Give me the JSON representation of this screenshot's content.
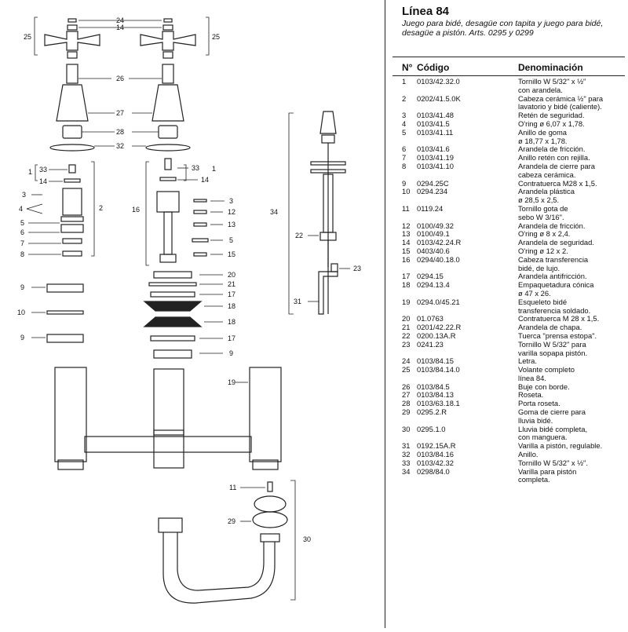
{
  "header": {
    "title": "Línea 84",
    "subtitle": "Juego para bidé, desagüe con tapita y juego para bidé, desagüe a pistón. Arts. 0295 y 0299",
    "col_num": "N°",
    "col_code": "Código",
    "col_name": "Denominación"
  },
  "parts": [
    {
      "n": "1",
      "code": "0103/42.32.0",
      "name": "Tornillo W 5/32\" x ½\"\ncon arandela."
    },
    {
      "n": "2",
      "code": "0202/41.5.0K",
      "name": "Cabeza cerámica ½\" para\nlavatorio y bidé (caliente)."
    },
    {
      "n": "3",
      "code": "0103/41.48",
      "name": "Retén de seguridad."
    },
    {
      "n": "4",
      "code": "0103/41.5",
      "name": "O'ring ø 6,07 x 1,78."
    },
    {
      "n": "5",
      "code": "0103/41.11",
      "name": "Anillo de goma\nø 18,77 x 1,78."
    },
    {
      "n": "6",
      "code": "0103/41.6",
      "name": "Arandela de fricción."
    },
    {
      "n": "7",
      "code": "0103/41.19",
      "name": "Anillo retén con rejilla."
    },
    {
      "n": "8",
      "code": "0103/41.10",
      "name": "Arandela de cierre para\ncabeza cerámica."
    },
    {
      "n": "9",
      "code": "0294.25C",
      "name": "Contratuerca M28 x 1,5."
    },
    {
      "n": "10",
      "code": "0294.234",
      "name": "Arandela plástica\nø 28,5 x 2,5."
    },
    {
      "n": "11",
      "code": "0119.24",
      "name": "Tornillo gota de\nsebo W 3/16\"."
    },
    {
      "n": "12",
      "code": "0100/49.32",
      "name": "Arandela de fricción."
    },
    {
      "n": "13",
      "code": "0100/49.1",
      "name": "O'ring ø 8 x 2,4."
    },
    {
      "n": "14",
      "code": "0103/42.24.R",
      "name": "Arandela de seguridad."
    },
    {
      "n": "15",
      "code": "0403/40.6",
      "name": "O'ring ø 12 x 2."
    },
    {
      "n": "16",
      "code": "0294/40.18.0",
      "name": "Cabeza transferencia\nbidé, de lujo."
    },
    {
      "n": "17",
      "code": "0294.15",
      "name": "Arandela antifricción."
    },
    {
      "n": "18",
      "code": "0294.13.4",
      "name": "Empaquetadura cónica\nø 47 x 26."
    },
    {
      "n": "19",
      "code": "0294.0/45.21",
      "name": "Esqueleto bidé\ntransferencia soldado."
    },
    {
      "n": "20",
      "code": "01.0763",
      "name": "Contratuerca M 28 x 1,5."
    },
    {
      "n": "21",
      "code": "0201/42.22.R",
      "name": "Arandela de chapa."
    },
    {
      "n": "22",
      "code": "0200.13A.R",
      "name": "Tuerca \"prensa estopa\"."
    },
    {
      "n": "23",
      "code": "0241.23",
      "name": "Tornillo W 5/32\" para\nvarilla sopapa pistón."
    },
    {
      "n": "24",
      "code": "0103/84.15",
      "name": "Letra."
    },
    {
      "n": "25",
      "code": "0103/84.14.0",
      "name": "Volante completo\nlínea 84."
    },
    {
      "n": "26",
      "code": "0103/84.5",
      "name": "Buje con borde."
    },
    {
      "n": "27",
      "code": "0103/84.13",
      "name": "Roseta."
    },
    {
      "n": "28",
      "code": "0103/63.18.1",
      "name": "Porta roseta."
    },
    {
      "n": "29",
      "code": "0295.2.R",
      "name": "Goma de cierre para\nlluvia bidé."
    },
    {
      "n": "30",
      "code": "0295.1.0",
      "name": "Lluvia bidé completa,\ncon manguera."
    },
    {
      "n": "31",
      "code": "0192.15A.R",
      "name": "Varilla a pistón, regulable."
    },
    {
      "n": "32",
      "code": "0103/84.16",
      "name": "Anillo."
    },
    {
      "n": "33",
      "code": "0103/42.32",
      "name": "Tornillo W 5/32\" x ½\"."
    },
    {
      "n": "34",
      "code": "0298/84.0",
      "name": "Varilla para pistón\ncompleta."
    }
  ],
  "callouts": {
    "c24": "24",
    "c14a": "14",
    "c25l": "25",
    "c25r": "25",
    "c26": "26",
    "c27": "27",
    "c28": "28",
    "c32": "32",
    "c1l": "1",
    "c33l": "33",
    "c14l": "14",
    "c3l": "3",
    "c4l": "4",
    "c2": "2",
    "c5l": "5",
    "c6l": "6",
    "c7l": "7",
    "c8l": "8",
    "c33r": "33",
    "c1r": "1",
    "c14r": "14",
    "c16": "16",
    "c3r": "3",
    "c12": "12",
    "c13": "13",
    "c5r": "5",
    "c15": "15",
    "c9a": "9",
    "c10": "10",
    "c9b": "9",
    "c20": "20",
    "c21": "21",
    "c17a": "17",
    "c18a": "18",
    "c18b": "18",
    "c17b": "17",
    "c9r": "9",
    "c34": "34",
    "c22": "22",
    "c23": "23",
    "c31": "31",
    "c19": "19",
    "c11": "11",
    "c29": "29",
    "c30": "30"
  }
}
